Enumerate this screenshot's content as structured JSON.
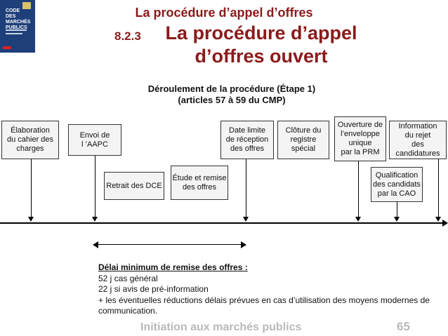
{
  "header": {
    "title": "La procédure d’appel d’offres",
    "section_number": "8.2.3",
    "section_title": "La procédure d’appel d’offres ouvert"
  },
  "book_cover": {
    "title": "CODE DES MARCHÉS PUBLICS"
  },
  "subtitle": {
    "line1": "Déroulement de la procédure (Étape 1)",
    "line2": "(articles 57 à 59 du CMP)"
  },
  "steps": {
    "elaboration": "Élaboration\ndu cahier des\ncharges",
    "envoi": "Envoi de\nl ’AAPC",
    "retrait": "Retrait des DCE",
    "etude": "Étude et remise\ndes offres",
    "date_limite": "Date limite\nde réception\ndes offres",
    "cloture": "Clôture du\nregistre spécial",
    "ouverture": "Ouverture de\nl’enveloppe\nunique\npar la PRM",
    "information": "Information\ndu rejet\ndes candidatures",
    "qualification": "Qualification\ndes candidats\npar la CAO"
  },
  "notes": {
    "title": "Délai minimum de remise des offres :",
    "line1": "52 j cas général",
    "line2": "22 j si avis de pré-information",
    "line3": "+ les éventuelles réductions délais prévues en cas d’utilisation des moyens modernes de communication."
  },
  "footer": {
    "text": "Initiation aux marchés publics",
    "page": "65"
  }
}
